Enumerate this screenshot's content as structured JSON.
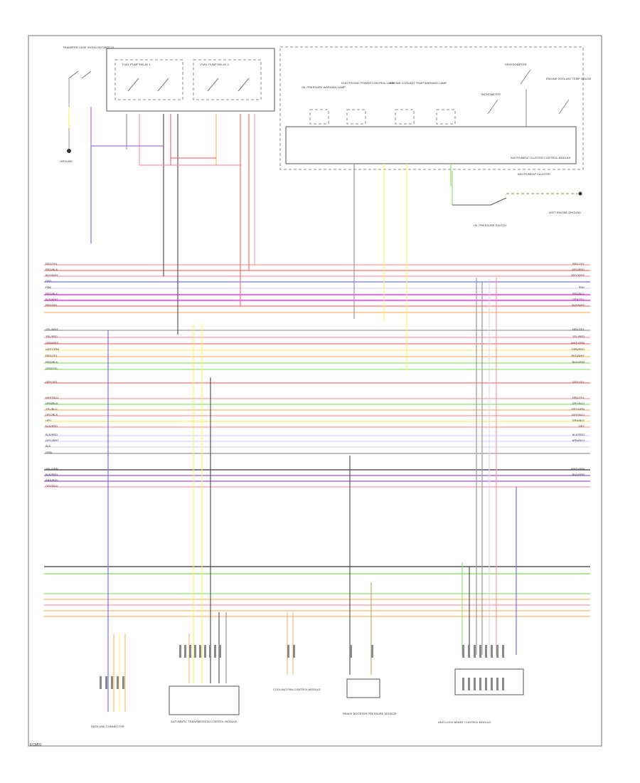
{
  "footer_code": "ECM01",
  "colors": {
    "pink": "#ff9aa2",
    "red": "#ff6f6f",
    "blue": "#6f6fff",
    "purple": "#b06fe0",
    "magenta": "#ff33ff",
    "yellow": "#ffef6f",
    "green": "#8fe36f",
    "orange": "#ffb86f",
    "gray": "#9a9a9a",
    "dark": "#555555",
    "tan": "#c8a878",
    "light": "#d8d8ff"
  },
  "labels": {
    "top_switch": "TRANSFER CASE HIGH/LOW SWITCH",
    "fuel_pump_relay_1": "FUEL PUMP RELAY 1",
    "fuel_pump_relay_2": "FUEL PUMP RELAY 2",
    "instrument_cluster": "INSTRUMENT CLUSTER",
    "instrument_cluster_control": "INSTRUMENT CLUSTER CONTROL MODULE",
    "gauge_1": "OIL PRESSURE WARNING LAMP",
    "gauge_2": "ELECTRONIC POWER CONTROL LAMP",
    "gauge_3": "ENGINE COOLANT TEMP WARNING LAMP",
    "gauge_4": "TACHOMETER",
    "gauge_5": "SPEEDOMETER",
    "gauge_6": "ENGINE COOLANT TEMP GAUGE",
    "oil_pressure_switch": "OIL PRESSURE SWITCH",
    "left_engine_ground": "LEFT ENGINE GROUND",
    "ground_left": "GROUND",
    "bottom_1": "DATA LINK CONNECTOR",
    "bottom_2": "AUTOMATIC TRANSMISSION CONTROL MODULE",
    "bottom_3": "COOLANT FAN CONTROL MODULE",
    "bottom_4": "BRAKE BOOSTER PRESSURE SENSOR",
    "bottom_5": "ANTI-LOCK BRAKE CONTROL MODULE"
  },
  "wire_labels": {
    "left": [
      "RED/YEL",
      "RED/BLK",
      "BLU/WHT",
      "GRY",
      "PNK",
      "RED/BLK",
      "BLK/WHT",
      "RED/YEL",
      "YEL/WHT",
      "YEL/RED",
      "GRN/RED",
      "WHT/GRN",
      "RED/YEL",
      "RED/BLK",
      "GRN/YEL",
      "GRY/YEL",
      "WHT/BLU",
      "GRN/BLK",
      "YEL/BLU",
      "GRY/BLK",
      "GRY",
      "BLK/RED",
      "BLK/RED",
      "GRY/WHT",
      "BLK",
      "GRN",
      "YEL/GRN",
      "BLK/RED",
      "BRN/RED",
      "ORG/BLK"
    ],
    "right": [
      "RED/YEL",
      "GRY/RED",
      "GRY/WHT",
      "PNK",
      "RED/BLK",
      "GRN/YEL",
      "BLK/WHT",
      "RED/YEL",
      "YEL/RED",
      "WHT/GRN",
      "GRN/RED",
      "RED/WHT",
      "BLK/GRN",
      "GRY/YEL",
      "RED/YEL",
      "GRY/BLU",
      "GRY/GRN",
      "WHT/BLU",
      "GRN/BLK",
      "GRY",
      "BLK/RED",
      "BRN/BLU",
      "WHT/GRN",
      "BLK/GRN"
    ]
  }
}
